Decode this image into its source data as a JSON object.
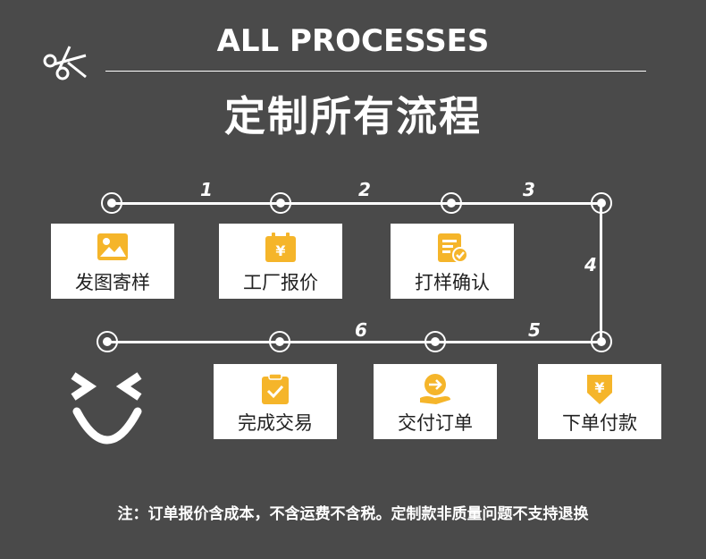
{
  "header": {
    "title_en": "ALL PROCESSES",
    "title_zh": "定制所有流程"
  },
  "steps": [
    {
      "label": "发图寄样",
      "icon": "image-icon"
    },
    {
      "label": "工厂报价",
      "icon": "yen-calendar-icon"
    },
    {
      "label": "打样确认",
      "icon": "document-check-icon"
    },
    {
      "label": "下单付款",
      "icon": "yen-download-icon"
    },
    {
      "label": "交付订单",
      "icon": "hand-arrow-icon"
    },
    {
      "label": "完成交易",
      "icon": "clipboard-check-icon"
    }
  ],
  "step_numbers": [
    "1",
    "2",
    "3",
    "4",
    "5",
    "6"
  ],
  "footer": {
    "note": "注：订单报价含成本，不含运费不含税。定制款非质量问题不支持退换"
  },
  "colors": {
    "background": "#4a4a4a",
    "accent": "#f5b52a",
    "card": "#ffffff"
  }
}
